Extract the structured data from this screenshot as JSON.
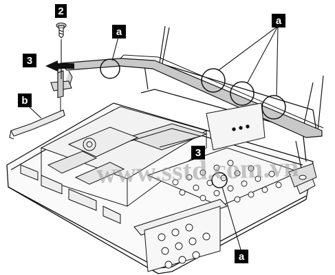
{
  "callouts": {
    "step_2": "2",
    "step_3_left": "3",
    "step_3_right": "3",
    "part_a_top": "a",
    "part_a_top_right": "a",
    "part_a_bottom": "a",
    "part_b": "b"
  },
  "watermark": "www.sstd.com.vn",
  "colors": {
    "line": "#111111",
    "callout_fill": "#000000",
    "callout_text": "#ffffff",
    "bracket_fill": "#c8c8c8",
    "board_fill": "#f4f4f4",
    "watermark": "#9a9a9a"
  },
  "icons": {
    "screw": "screw-icon",
    "arrow": "removal-arrow-icon"
  }
}
